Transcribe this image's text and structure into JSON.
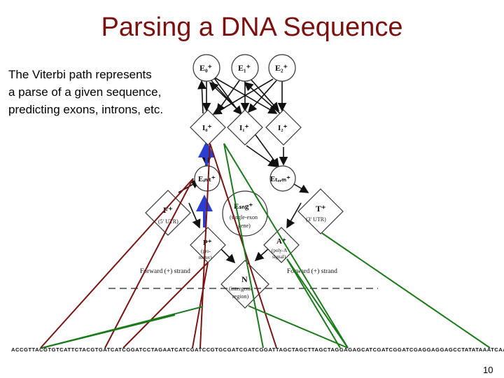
{
  "title": "Parsing a DNA Sequence",
  "description": [
    "The Viterbi path represents",
    "a parse of a given sequence,",
    "predicting exons, introns, etc."
  ],
  "states": {
    "E0": "E₀⁺",
    "E1": "E₁⁺",
    "E2": "E₂⁺",
    "I0": "I₀⁺",
    "I1": "I₁⁺",
    "I2": "I₂⁺",
    "Einit": "Eᵢₙᵢₜ⁺",
    "Eterm": "Eₜₑᵣₘ⁺",
    "F": "F⁺",
    "F_sub": "(5' UTR)",
    "Esngl": "Eₛₙg⁺",
    "Esngl_sub1": "(single-exon",
    "Esngl_sub2": "gene)",
    "T": "T⁺",
    "T_sub": "(3' UTR)",
    "P": "P⁺",
    "P_sub1": "(pro-",
    "P_sub2": "moter)",
    "A": "A⁺",
    "A_sub1": "(poly-A",
    "A_sub2": "signal)",
    "N": "N",
    "N_sub1": "(intergenic",
    "N_sub2": "region)"
  },
  "strand_left": "Forward (+) strand",
  "strand_right": "Forward (+) strand",
  "sequence": "ACCGTTACGTGTCATTCTACGTGATCATCGGATCCTAGAATCATCGATCCGTGCGATCGATCGGATTAGCTAGCTTAGCTAGGAGAGCATCGATCGGATCGAGGAGGAGCCTATATAAATCAA",
  "page_number": "10",
  "colors": {
    "title": "#7b1010",
    "dark_red_lines": "#7a1414",
    "green_lines": "#1b7a1b",
    "blue_arrows": "#2a3fd0"
  }
}
